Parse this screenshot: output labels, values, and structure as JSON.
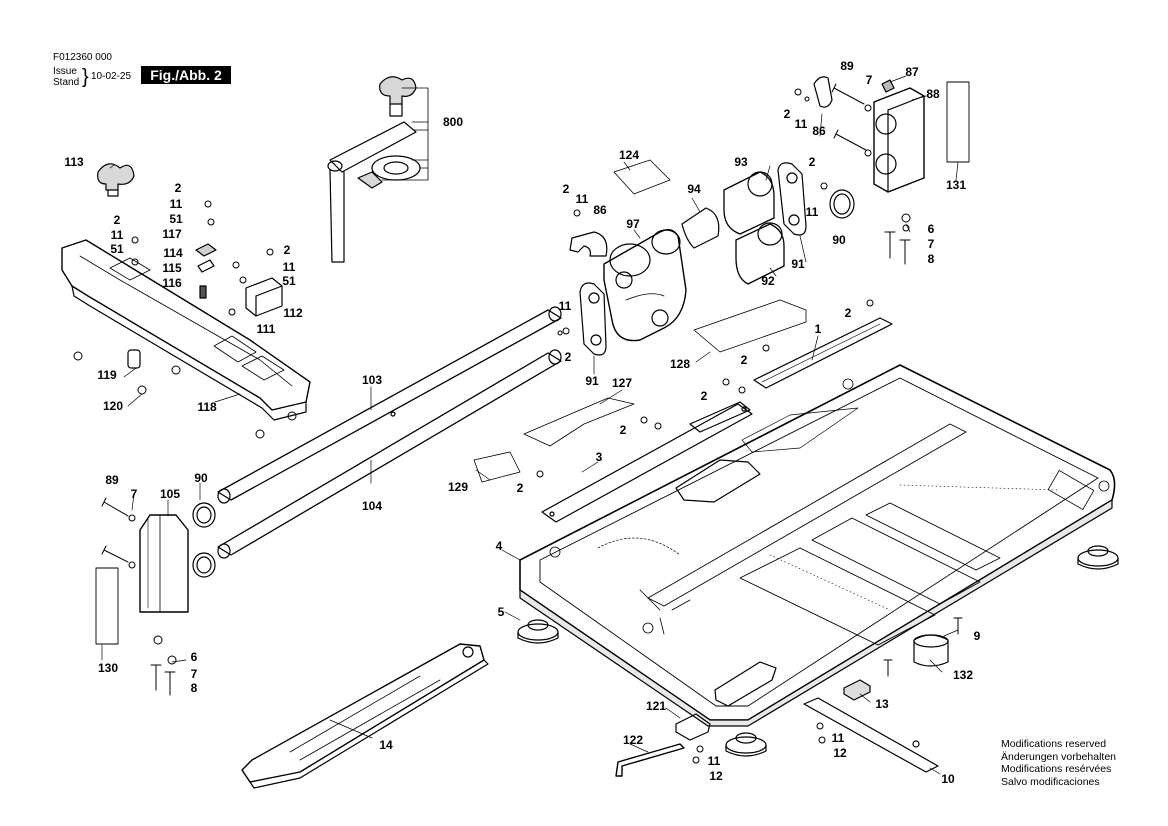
{
  "header": {
    "doc_number": "F012360 000",
    "issue_label": "Issue",
    "stand_label": "Stand",
    "brace": "}",
    "date": "10-02-25",
    "figure": "Fig./Abb. 2"
  },
  "callouts": {
    "c800": "800",
    "c113": "113",
    "c2a": "2",
    "c11a": "11",
    "c51a": "51",
    "c117": "117",
    "c2b": "2",
    "c11b": "11",
    "c51b": "51",
    "c114": "114",
    "c115": "115",
    "c116": "116",
    "c2c": "2",
    "c11c": "11",
    "c51c": "51",
    "c112": "112",
    "c111": "111",
    "c119": "119",
    "c120": "120",
    "c118": "118",
    "c103": "103",
    "c104": "104",
    "c89a": "89",
    "c7a": "7",
    "c105": "105",
    "c90a": "90",
    "c130": "130",
    "c6a": "6",
    "c7b": "7",
    "c8a": "8",
    "c14": "14",
    "c124": "124",
    "c2d": "2",
    "c11d": "11",
    "c86a": "86",
    "c97": "97",
    "c94": "94",
    "c93": "93",
    "c92": "92",
    "c91a": "91",
    "c2e": "2",
    "c11e": "11",
    "c90b": "90",
    "c11f": "11",
    "c2f": "2",
    "c91b": "91",
    "c128": "128",
    "c127": "127",
    "c129": "129",
    "c89b": "89",
    "c7c": "7",
    "c87": "87",
    "c88": "88",
    "c2g": "2",
    "c11g": "11",
    "c86b": "86",
    "c131": "131",
    "c6b": "6",
    "c7d": "7",
    "c8b": "8",
    "c1": "1",
    "c2h": "2",
    "c2i": "2",
    "c2j": "2",
    "c2k": "2",
    "c2l": "2",
    "c3": "3",
    "c4": "4",
    "c5": "5",
    "c9": "9",
    "c132": "132",
    "c13": "13",
    "c121": "121",
    "c122": "122",
    "c11h": "11",
    "c12a": "12",
    "c11i": "11",
    "c12b": "12",
    "c10": "10"
  },
  "notes": {
    "en": "Modifications reserved",
    "de": "Änderungen vorbehalten",
    "fr": "Modifications resérvées",
    "es": "Salvo modificaciones"
  }
}
